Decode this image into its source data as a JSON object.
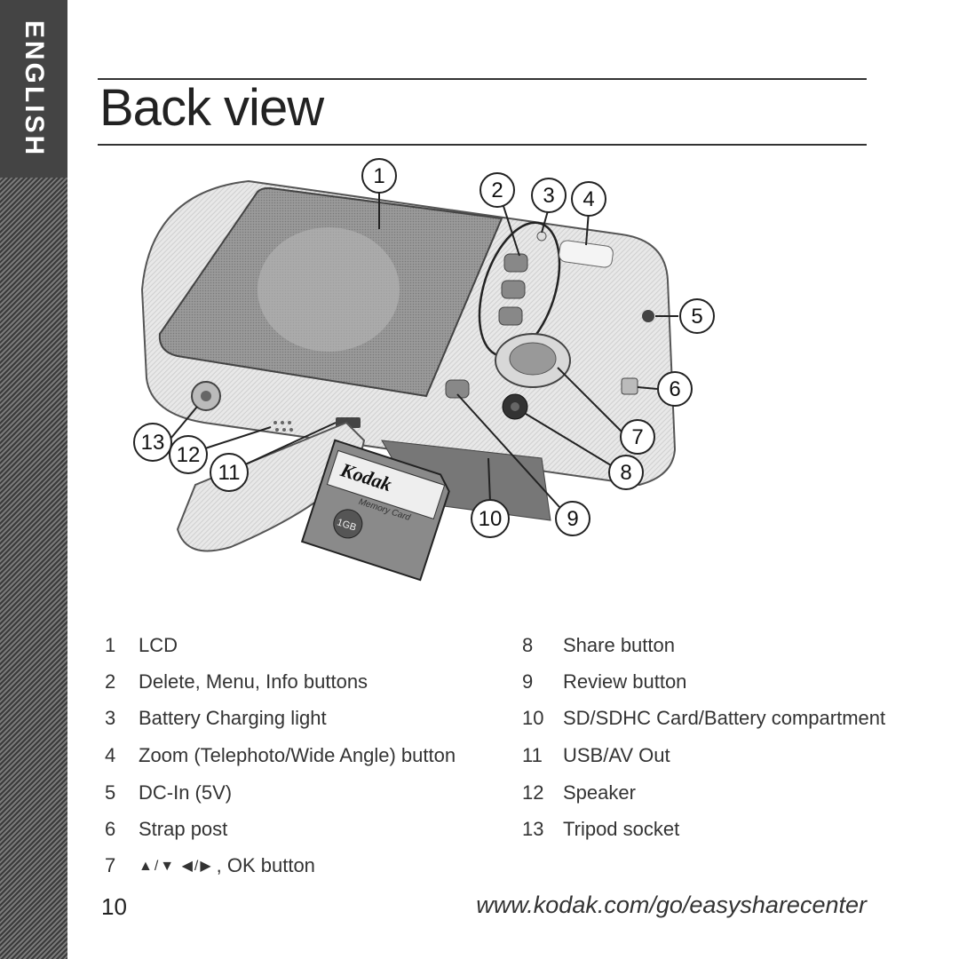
{
  "side_tab": {
    "label": "ENGLISH"
  },
  "page": {
    "title": "Back view",
    "number": "10",
    "url": "www.kodak.com/go/easysharecenter"
  },
  "illustration": {
    "callouts": [
      "1",
      "2",
      "3",
      "4",
      "5",
      "6",
      "7",
      "8",
      "9",
      "10",
      "11",
      "12",
      "13"
    ],
    "card_brand": "Kodak",
    "card_subtitle": "Memory Card",
    "card_capacity": "1GB"
  },
  "legend_left": [
    {
      "num": "1",
      "text": "LCD"
    },
    {
      "num": "2",
      "text": "Delete, Menu, Info buttons"
    },
    {
      "num": "3",
      "text": "Battery Charging light"
    },
    {
      "num": "4",
      "text": "Zoom (Telephoto/Wide Angle) button"
    },
    {
      "num": "5",
      "text": "DC-In (5V)"
    },
    {
      "num": "6",
      "text": "Strap post"
    },
    {
      "num": "7",
      "text": ", OK button",
      "icons": "▲/▼ ◀/▶"
    }
  ],
  "legend_right": [
    {
      "num": "8",
      "text": "Share button"
    },
    {
      "num": "9",
      "text": "Review button"
    },
    {
      "num": "10",
      "text": "SD/SDHC Card/Battery compartment"
    },
    {
      "num": "11",
      "text": "USB/AV Out"
    },
    {
      "num": "12",
      "text": "Speaker"
    },
    {
      "num": "13",
      "text": "Tripod socket"
    }
  ]
}
